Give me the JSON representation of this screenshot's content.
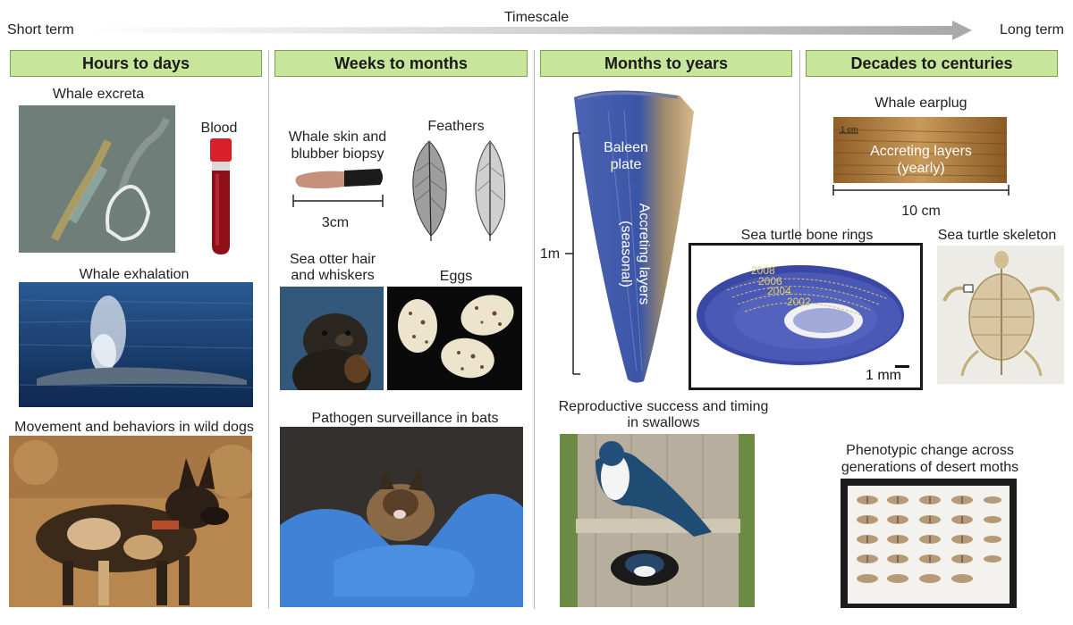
{
  "timescale": {
    "title": "Timescale",
    "left": "Short term",
    "right": "Long term"
  },
  "columns": [
    {
      "header": "Hours to days"
    },
    {
      "header": "Weeks to months"
    },
    {
      "header": "Months to years"
    },
    {
      "header": "Decades to centuries"
    }
  ],
  "labels": {
    "whale_excreta": "Whale excreta",
    "blood": "Blood",
    "whale_exhalation": "Whale exhalation",
    "wild_dogs": "Movement and behaviors in wild dogs",
    "skin_line1": "Whale skin and",
    "skin_line2": "blubber biopsy",
    "skin_scale": "3cm",
    "feathers": "Feathers",
    "otter_line1": "Sea otter hair",
    "otter_line2": "and whiskers",
    "eggs": "Eggs",
    "bats": "Pathogen surveillance in bats",
    "baleen_line1": "Baleen",
    "baleen_line2": "plate",
    "accreting_seasonal_1": "Accreting layers",
    "accreting_seasonal_2": "(seasonal)",
    "baleen_scale": "1m",
    "swallows_line1": "Reproductive success and timing",
    "swallows_line2": "in swallows",
    "earplug": "Whale earplug",
    "earplug_small": "1 cm",
    "earplug_layers": "Accreting layers",
    "earplug_yearly": "(yearly)",
    "earplug_scale": "10 cm",
    "bone_rings": "Sea turtle bone rings",
    "turtle_skeleton": "Sea turtle skeleton",
    "bone_scale": "1 mm",
    "moths_line1": "Phenotypic change across",
    "moths_line2": "generations of desert moths"
  },
  "bone_years": [
    "2008",
    "2006",
    "2004",
    "2002"
  ],
  "colors": {
    "header_fill": "#c7e59b",
    "header_border": "#78a446",
    "arrow": "#b5b5b5"
  }
}
